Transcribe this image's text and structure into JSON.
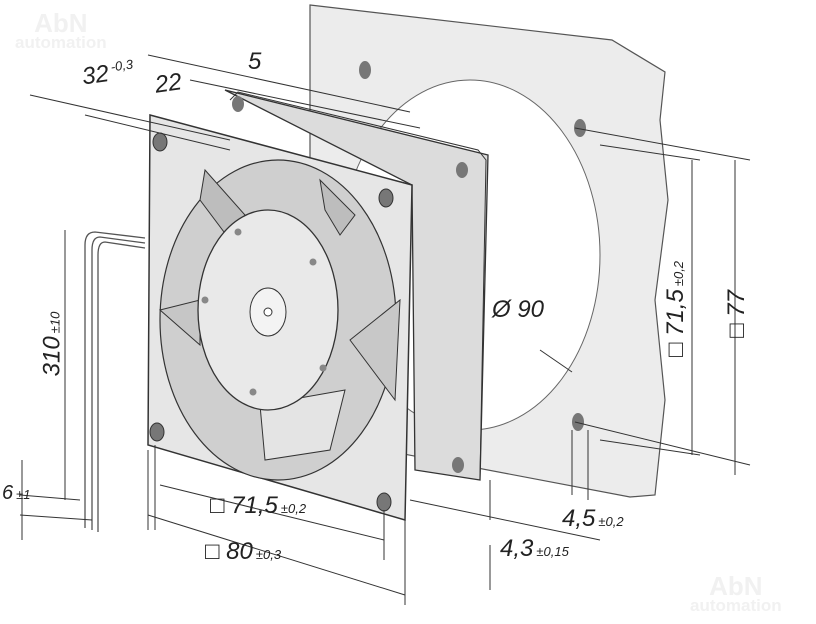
{
  "watermark": {
    "brand": "AbN",
    "sub": "automation"
  },
  "dimensions": {
    "depth_total": {
      "value": "32",
      "tol": "-0,3"
    },
    "depth_body": {
      "value": "22"
    },
    "flange": {
      "value": "5"
    },
    "cable_length": {
      "value": "310",
      "tol": "±10"
    },
    "wire_strip": {
      "value": "6",
      "tol": "±1"
    },
    "hole_spacing_front": {
      "value": "□ 71,5",
      "tol": "±0,2"
    },
    "frame_size": {
      "value": "□ 80",
      "tol": "±0,3"
    },
    "cutout_diameter": {
      "value": "Ø 90"
    },
    "hole_spacing_panel": {
      "value": "□ 71,5",
      "tol": "±0,2"
    },
    "panel_size": {
      "value": "□ 77"
    },
    "hole_diameter": {
      "value": "4,5",
      "tol": "±0,2"
    },
    "flange_thickness": {
      "value": "4,3",
      "tol": "±0,15"
    }
  },
  "colors": {
    "line": "#333333",
    "frame": "#e4e4e4",
    "panel": "#ececec",
    "blade": "#d6d6d6"
  }
}
